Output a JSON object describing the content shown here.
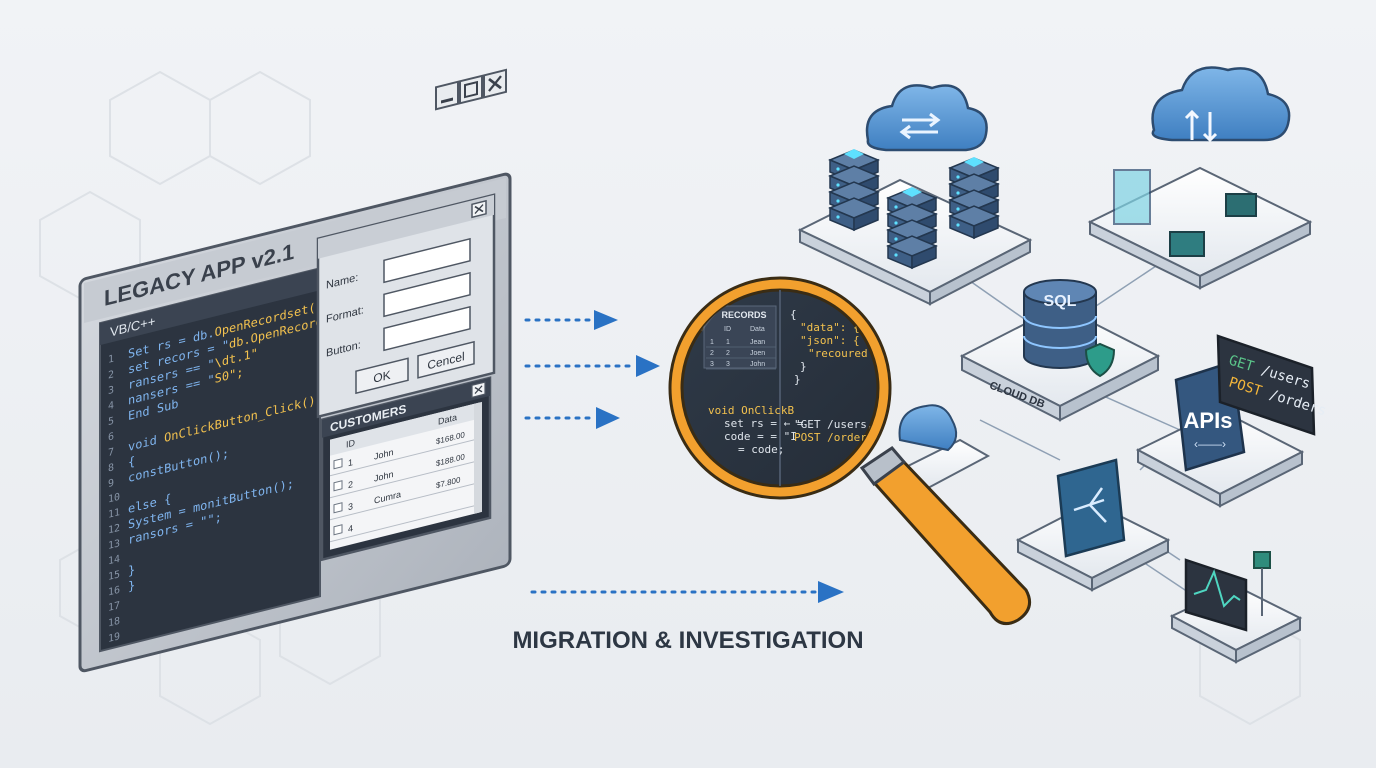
{
  "legacy_window": {
    "title": "LEGACY APP v2.1",
    "lang_label": "VB/C++",
    "line_numbers": [
      "1",
      "2",
      "3",
      "4",
      "5",
      "6",
      "7",
      "8",
      "9",
      "10",
      "11",
      "12",
      "13",
      "14",
      "15",
      "16",
      "17",
      "18",
      "19"
    ],
    "code_lines": [
      {
        "text": "Set rs = db.",
        "hl": "OpenRecordset("
      },
      {
        "text": "set recors = \"",
        "hl": "db.OpenRecord"
      },
      {
        "text": "ransers == \"",
        "hl": "\\dt.1\""
      },
      {
        "text": "nansers == \"",
        "hl": "S0\";"
      },
      {
        "text": "End Sub",
        "hl": ""
      },
      {
        "text": "",
        "hl": ""
      },
      {
        "text": "void ",
        "hl": "OnClickButton_Click()"
      },
      {
        "text": "{",
        "hl": ""
      },
      {
        "text": "constButton();",
        "hl": ""
      },
      {
        "text": "",
        "hl": ""
      },
      {
        "text": "else {",
        "hl": ""
      },
      {
        "text": "System = monitButton();",
        "hl": ""
      },
      {
        "text": "ransors = \"\";",
        "hl": ""
      },
      {
        "text": "",
        "hl": ""
      },
      {
        "text": "}",
        "hl": ""
      },
      {
        "text": "}",
        "hl": ""
      }
    ]
  },
  "form_dialog": {
    "fields": [
      {
        "label": "Name:",
        "value": ""
      },
      {
        "label": "Format:",
        "value": ""
      },
      {
        "label": "Button:",
        "value": ""
      }
    ],
    "ok_label": "OK",
    "cancel_label": "Cencel"
  },
  "grid_dialog": {
    "title": "CUSTOMERS",
    "col_id": "ID",
    "col_data": "Data",
    "rows": [
      {
        "id": "1",
        "name": "John",
        "data": "$168.00"
      },
      {
        "id": "2",
        "name": "John",
        "data": "$188.00"
      },
      {
        "id": "3",
        "name": "Cumra",
        "data": "$7.800"
      },
      {
        "id": "4",
        "name": "",
        "data": ""
      }
    ]
  },
  "magnifier": {
    "table_title": "RECORDS",
    "table_header": [
      "ID",
      "Data"
    ],
    "table_rows": [
      [
        "1",
        "1",
        "Jean"
      ],
      [
        "2",
        "2",
        "Joen"
      ],
      [
        "3",
        "3",
        "John"
      ]
    ],
    "json_lines": [
      "{",
      "\"data\": {,",
      "\"json\": {",
      "\"recoured \"\"",
      "}",
      "}"
    ],
    "code_lines": [
      "void OnClickB",
      "set rs = ← =",
      "code = = \"I",
      "= code;"
    ],
    "api_lines": [
      "\"GET /users,",
      "POST /order"
    ]
  },
  "cloud_nodes": {
    "db_label": "CLOUD DB",
    "sql_label": "SQL",
    "api_label": "APIs",
    "endpoints": [
      {
        "method": "GET",
        "path": "/users",
        "color": "#5bc58a"
      },
      {
        "method": "POST",
        "path": "/orders",
        "color": "#f4b63a"
      }
    ]
  },
  "caption": "MIGRATION & INVESTIGATION",
  "colors": {
    "orange": "#f2a02e",
    "blue_arrow": "#2a72c4",
    "code_bg": "#2c3440",
    "teal": "#3db3c8"
  }
}
